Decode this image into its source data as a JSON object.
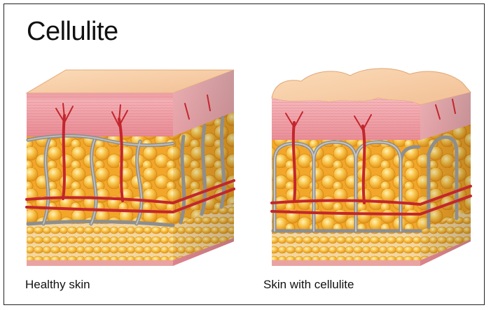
{
  "title": "Cellulite",
  "labels": {
    "healthy": "Healthy skin",
    "cellulite": "Skin with cellulite"
  },
  "colors": {
    "epidermis_top": "#f4c8a0",
    "dermis": "#eea0a8",
    "fat": "#f6b93b",
    "septa": "#9a9a9a",
    "vessel": "#c0262c"
  }
}
